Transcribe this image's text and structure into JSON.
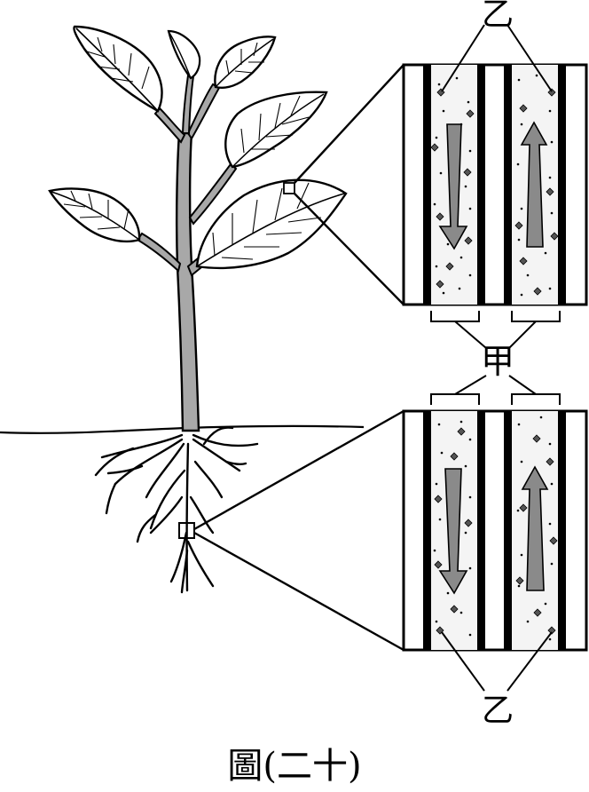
{
  "labels": {
    "top_label": "乙",
    "middle_label": "甲",
    "bottom_label": "乙"
  },
  "caption": "圖(二十)"
}
